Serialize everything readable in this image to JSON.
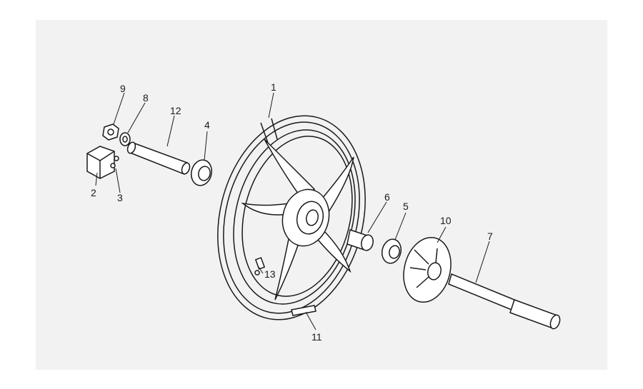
{
  "diagram": {
    "type": "exploded-parts-view",
    "background": "#f2f2f2",
    "ink": "#1a1a1a",
    "callouts": {
      "c1": "1",
      "c2": "2",
      "c3": "3",
      "c4": "4",
      "c5": "5",
      "c6": "6",
      "c7": "7",
      "c8": "8",
      "c9": "9",
      "c10": "10",
      "c11": "11",
      "c12": "12",
      "c13": "13"
    },
    "parts": [
      {
        "callout": "1",
        "part": "wheel-rim"
      },
      {
        "callout": "2",
        "part": "speedometer-drive"
      },
      {
        "callout": "3",
        "part": "drive-pin"
      },
      {
        "callout": "4",
        "part": "bearing"
      },
      {
        "callout": "5",
        "part": "bearing"
      },
      {
        "callout": "6",
        "part": "spacer"
      },
      {
        "callout": "7",
        "part": "axle"
      },
      {
        "callout": "8",
        "part": "washer"
      },
      {
        "callout": "9",
        "part": "nut"
      },
      {
        "callout": "10",
        "part": "cover-disc"
      },
      {
        "callout": "11",
        "part": "balance-weight"
      },
      {
        "callout": "12",
        "part": "spacer-tube"
      },
      {
        "callout": "13",
        "part": "valve"
      }
    ]
  }
}
